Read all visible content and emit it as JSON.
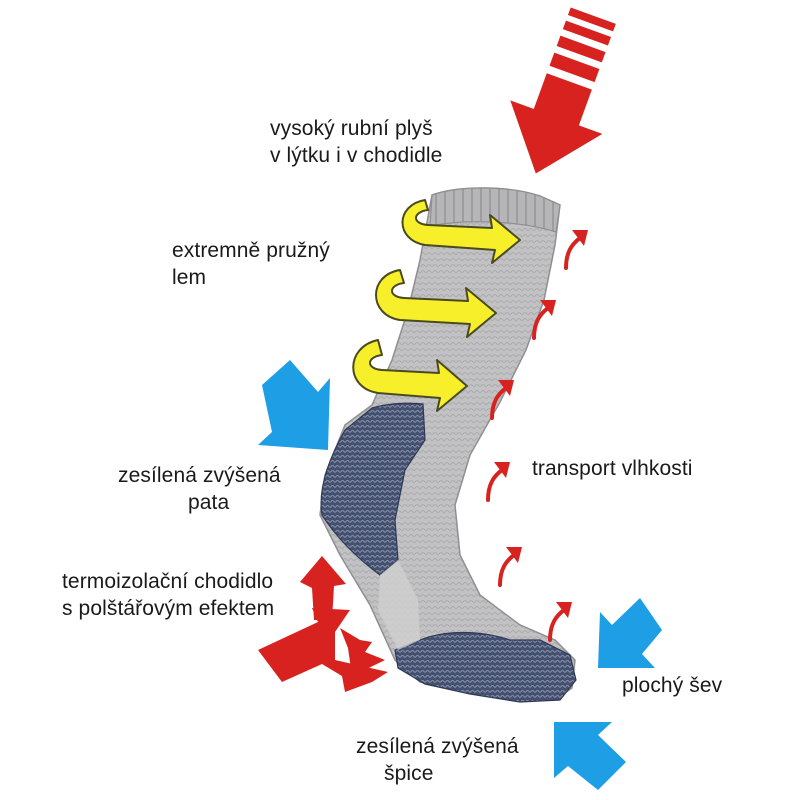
{
  "labels": {
    "plush": {
      "line1": "vysoký rubní plyš",
      "line2": "v lýtku i v chodidle"
    },
    "cuff": {
      "line1": "extremně pružný",
      "line2": "lem"
    },
    "heel": {
      "line1": "zesílená zvýšená",
      "line2": "pata"
    },
    "moisture": {
      "line1": "transport vlhkosti"
    },
    "sole": {
      "line1": "termoizolační chodidlo",
      "line2": "s polštářovým efektem"
    },
    "seam": {
      "line1": "plochý šev"
    },
    "toe": {
      "line1": "zesílená zvýšená",
      "line2": "špice"
    }
  },
  "colors": {
    "sock_light": "#c2c2c4",
    "sock_dark": "#3f4a6b",
    "arrow_red": "#d8221f",
    "arrow_yellow": "#f7ef2a",
    "arrow_blue": "#1e9ee5",
    "text": "#1a1a1a"
  },
  "icons": {
    "red_striped_arrow": "red-striped-down-arrow-icon",
    "yellow_arrows": "yellow-curved-arrow-icon",
    "blue_arrows": "blue-arrow-icon",
    "red_fork_arrow": "red-fork-arrow-icon",
    "red_small_arrows": "red-moisture-arrow-icon"
  }
}
